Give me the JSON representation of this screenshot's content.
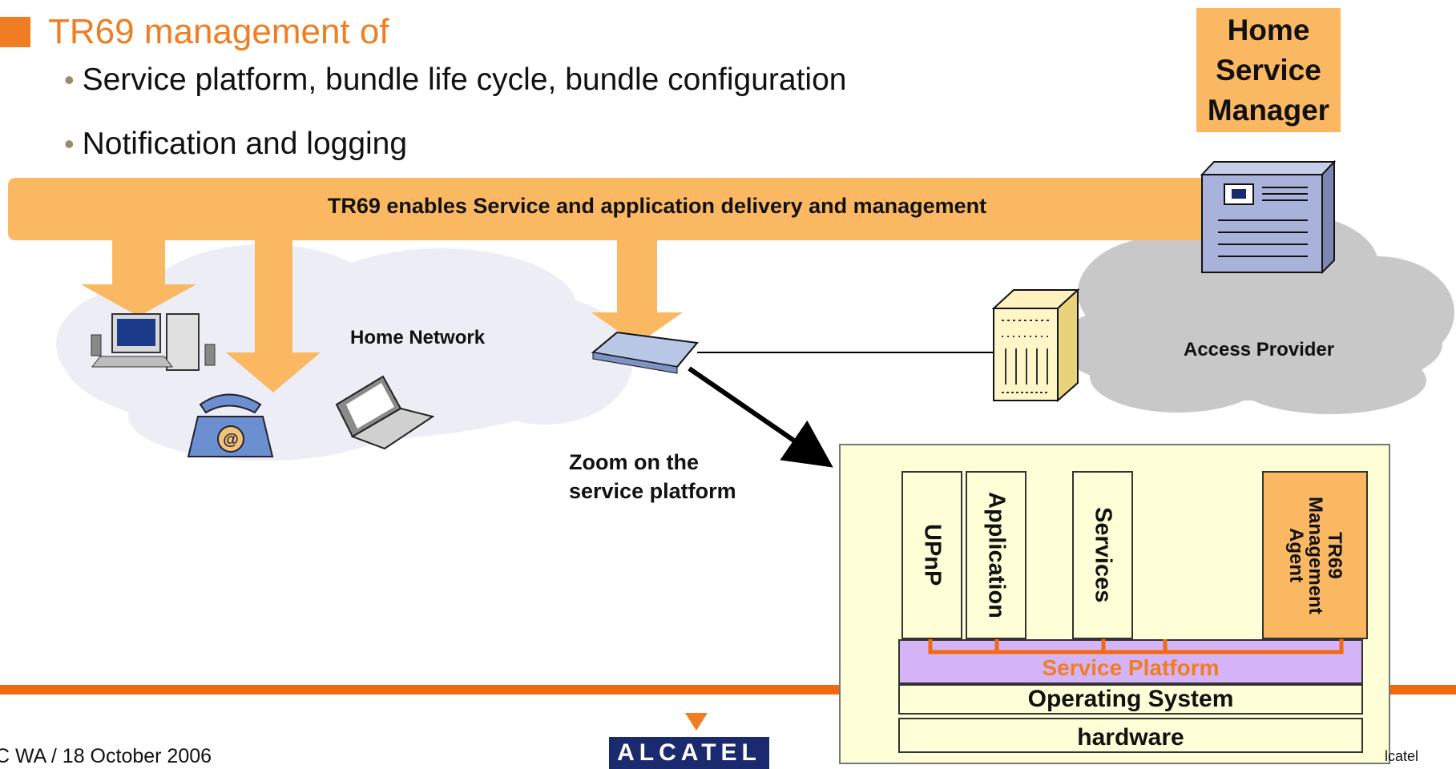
{
  "heading": {
    "title": "TR69 management of",
    "bullets": [
      "Service platform, bundle life cycle, bundle configuration",
      "Notification and logging"
    ]
  },
  "hsm_box": {
    "lines": [
      "Home",
      "Service",
      "Manager"
    ]
  },
  "band_label": "TR69 enables Service and application delivery and management",
  "home_network_label": "Home Network",
  "access_provider_label": "Access Provider",
  "zoom_label": {
    "line1": "Zoom on the",
    "line2": "service platform"
  },
  "service_platform_diagram": {
    "columns": [
      "UPnP",
      "Application",
      "Services",
      "TR69\nManagement\nAgent"
    ],
    "service_platform": "Service Platform",
    "operating_system": "Operating System",
    "hardware": "hardware"
  },
  "footer": {
    "left": "C WA  / 18 October 2006",
    "logo": "ALCATEL",
    "right": "lcatel"
  },
  "colors": {
    "accent_orange": "#F07D22",
    "band_orange": "#FBB862",
    "footer_rule": "#F26A10",
    "platform_purple": "#D4B3F7",
    "platform_text": "#F07D22",
    "cloud_home": "#EDEDF5",
    "cloud_access": "#C8C8C8"
  },
  "icons": [
    "desktop-pc-icon",
    "telephone-icon",
    "laptop-icon",
    "router-icon",
    "dsl-equipment-icon",
    "server-icon",
    "alcatel-triangle-icon"
  ]
}
